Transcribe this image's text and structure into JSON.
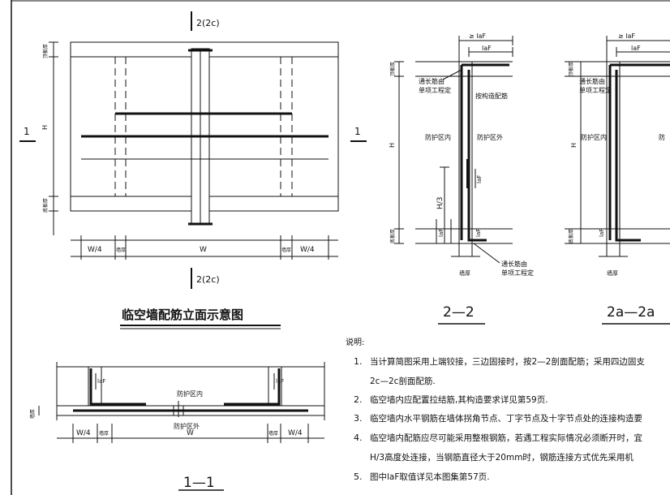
{
  "elevation": {
    "title": "临空墙配筋立面示意图",
    "section_top": "2(2c)",
    "section_bottom": "2(2c)",
    "section_left": "1",
    "section_right": "1",
    "label_top_thickness": "顶板厚",
    "label_bottom_thickness": "底板厚",
    "label_h": "H",
    "dim_w4_left": "W/4",
    "dim_wall_left": "墙厚",
    "dim_w": "W",
    "dim_wall_right": "墙厚",
    "dim_w4_right": "W/4"
  },
  "section22": {
    "title": "2—2",
    "dim_laf_top": "≥ laF",
    "dim_laf_top2": "laF",
    "label_roof": "顶板厚",
    "label_continuous_top_1": "通长筋由",
    "label_continuous_top_2": "单项工程定",
    "label_structural": "按构造配筋",
    "label_h": "H",
    "label_inside": "防护区内",
    "label_outside": "防护区外",
    "label_h3": "H/3",
    "label_laf_mid": "laF",
    "label_floor": "底板厚",
    "label_laf_bot1": "laF",
    "label_laf_bot2": "laF",
    "label_continuous_bot_1": "通长筋由",
    "label_continuous_bot_2": "单项工程定",
    "label_wall": "墙厚"
  },
  "section2a": {
    "title": "2a—2a",
    "dim_laf_top": "≥ laF",
    "dim_laf_top2": "laF",
    "label_roof": "顶板厚",
    "label_continuous_top_1": "通长筋由",
    "label_continuous_top_2": "单项工程定",
    "label_h": "H",
    "label_inside": "防护区内",
    "label_outside": "防",
    "label_floor": "底板厚",
    "label_laf_bot": "laF",
    "label_wall": "墙厚"
  },
  "section11": {
    "title": "1—1",
    "label_laf_left": "laF",
    "label_laf_right": "laF",
    "label_inside": "防护区内",
    "label_outside": "防护区外",
    "label_wall": "墙厚",
    "dim_w4_left": "W/4",
    "dim_wall_left": "墙厚",
    "dim_w": "W",
    "dim_wall_right": "墙厚",
    "dim_w4_right": "W/4"
  },
  "notes": {
    "heading": "说明:",
    "items": [
      {
        "num": "1.",
        "text": "当计算简图采用上端铰接，三边固接时，按2—2剖面配筋；采用四边固支"
      },
      {
        "num": "",
        "text": "2c—2c剖面配筋."
      },
      {
        "num": "2.",
        "text": "临空墙内应配置拉结筋,其构造要求详见第59页."
      },
      {
        "num": "3.",
        "text": "临空墙内水平钢筋在墙体拐角节点、丁字节点及十字节点处的连接构造要"
      },
      {
        "num": "4.",
        "text": "临空墙内配筋应尽可能采用整根钢筋，若遇工程实际情况必须断开时，宜"
      },
      {
        "num": "",
        "text": "H/3高度处连接，当钢筋直径大于20mm时，钢筋连接方式优先采用机"
      },
      {
        "num": "5.",
        "text": "图中laF取值详见本图集第57页."
      }
    ]
  }
}
